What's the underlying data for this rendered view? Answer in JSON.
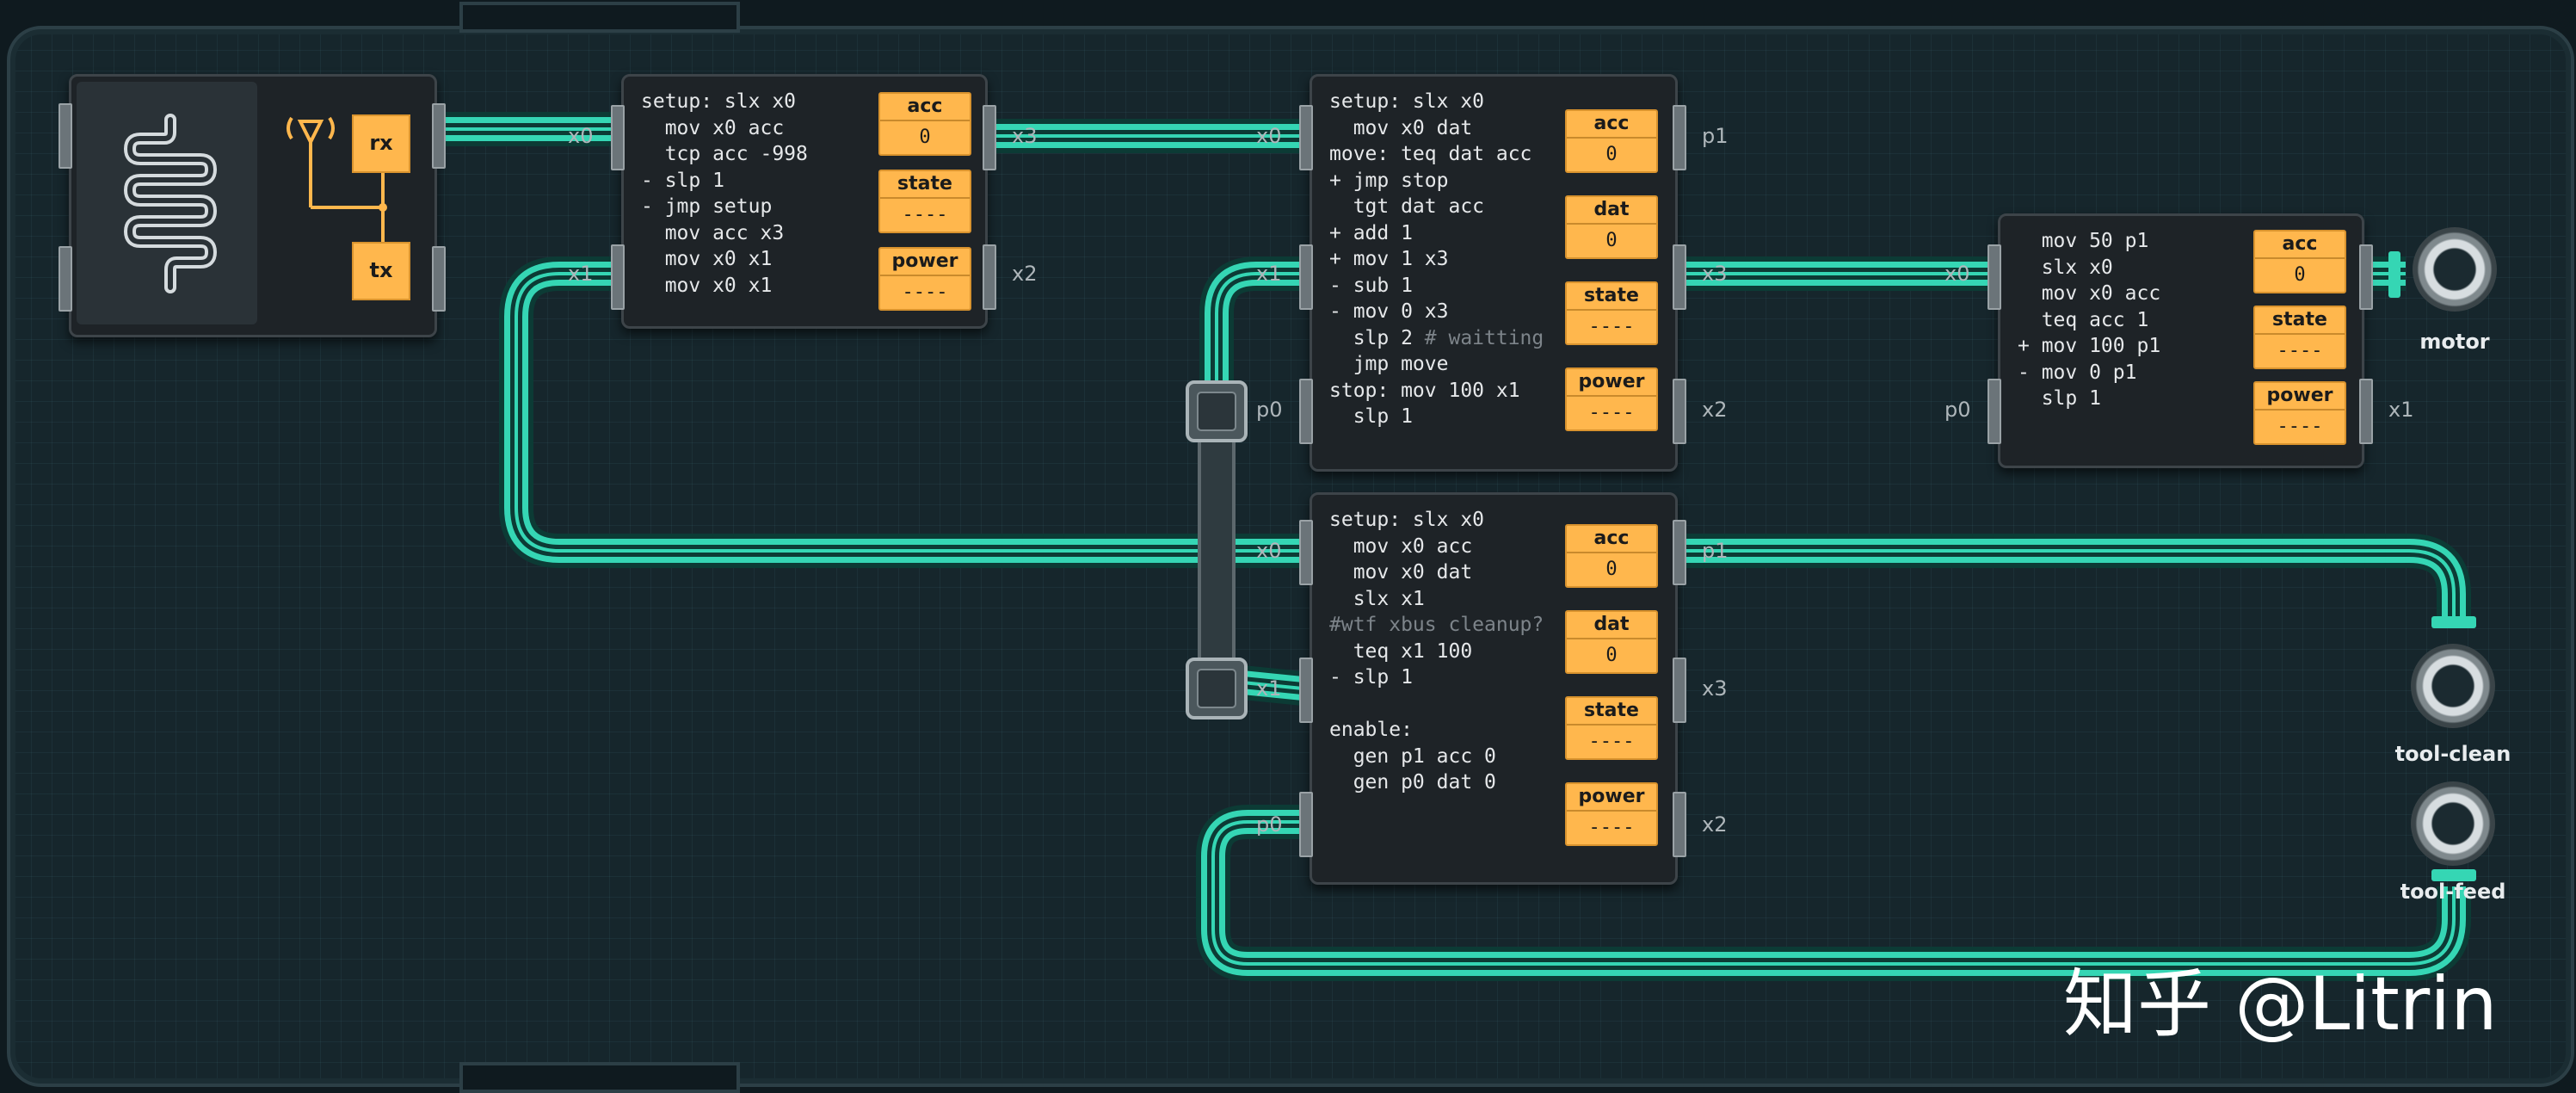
{
  "controllers": [
    {
      "id": "c1",
      "lines": [
        "setup: slx x0",
        "  mov x0 acc",
        "  tcp acc -998",
        "- slp 1",
        "- jmp setup",
        "  mov acc x3",
        "  mov x0 x1",
        "  mov x0 x1"
      ],
      "registers": [
        {
          "name": "acc",
          "value": "0"
        },
        {
          "name": "state",
          "value": "----"
        },
        {
          "name": "power",
          "value": "----"
        }
      ],
      "pins_left": [
        "x0",
        "x1"
      ],
      "pins_right": [
        "x3",
        "x2"
      ]
    },
    {
      "id": "c2",
      "lines": [
        "setup: slx x0",
        "  mov x0 dat",
        "move: teq dat acc",
        "+ jmp stop",
        "  tgt dat acc",
        "+ add 1",
        "+ mov 1 x3",
        "- sub 1",
        "- mov 0 x3",
        "  slp 2 ",
        "  jmp move",
        "stop: mov 100 x1",
        "  slp 1"
      ],
      "comment_line": 9,
      "comment_text": "# waitting",
      "registers": [
        {
          "name": "acc",
          "value": "0"
        },
        {
          "name": "dat",
          "value": "0"
        },
        {
          "name": "state",
          "value": "----"
        },
        {
          "name": "power",
          "value": "----"
        }
      ],
      "pins_left": [
        "x0",
        "x1",
        "p0"
      ],
      "pins_right": [
        "p1",
        "x3",
        "x2"
      ]
    },
    {
      "id": "c3",
      "lines": [
        "setup: slx x0",
        "  mov x0 acc",
        "  mov x0 dat",
        "  slx x1",
        "#wtf xbus cleanup?",
        "  teq x1 100",
        "- slp 1",
        "",
        "enable:",
        "  gen p1 acc 0",
        "  gen p0 dat 0"
      ],
      "comment_line": 4,
      "registers": [
        {
          "name": "acc",
          "value": "0"
        },
        {
          "name": "dat",
          "value": "0"
        },
        {
          "name": "state",
          "value": "----"
        },
        {
          "name": "power",
          "value": "----"
        }
      ],
      "pins_left": [
        "x0",
        "x1",
        "p0"
      ],
      "pins_right": [
        "p1",
        "x3",
        "x2"
      ]
    },
    {
      "id": "c4",
      "lines": [
        "  mov 50 p1",
        "  slx x0",
        "  mov x0 acc",
        "  teq acc 1",
        "+ mov 100 p1",
        "- mov 0 p1",
        "  slp 1"
      ],
      "registers": [
        {
          "name": "acc",
          "value": "0"
        },
        {
          "name": "state",
          "value": "----"
        },
        {
          "name": "power",
          "value": "----"
        }
      ],
      "pins_left": [
        "x0",
        "p0"
      ],
      "pins_right": [
        "x1"
      ]
    }
  ],
  "radio": {
    "rx_label": "rx",
    "tx_label": "tx"
  },
  "io_devices": [
    {
      "name": "motor",
      "label": "motor"
    },
    {
      "name": "tool-clean",
      "label": "tool-clean"
    },
    {
      "name": "tool-feed",
      "label": "tool-feed"
    }
  ],
  "watermark": "知乎 @Litrin",
  "colors": {
    "trace": "#35d6b4",
    "register": "#ffb74d",
    "board": "#16262c"
  }
}
